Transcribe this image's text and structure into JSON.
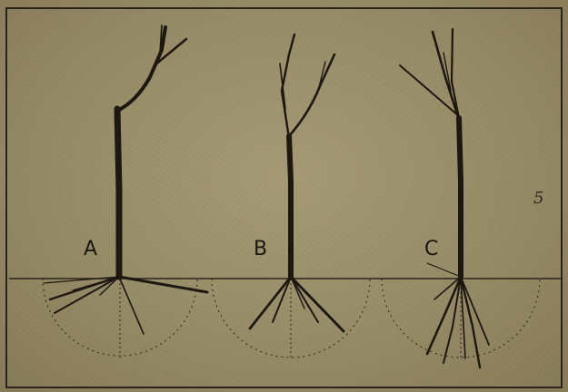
{
  "figure": {
    "labels": [
      {
        "id": "A",
        "text": "A"
      },
      {
        "id": "B",
        "text": "B"
      },
      {
        "id": "C",
        "text": "C"
      }
    ],
    "page_mark": "5"
  },
  "colors": {
    "paper": "#978b67",
    "ink": "#1c170f",
    "border": "#2a241a"
  }
}
